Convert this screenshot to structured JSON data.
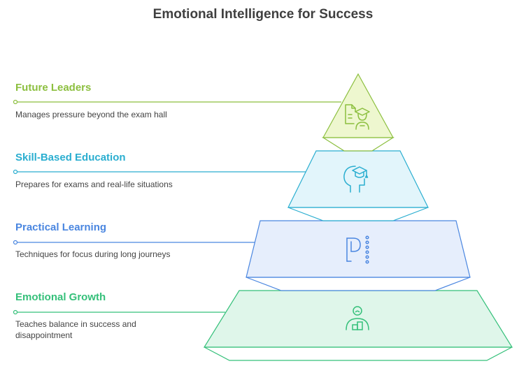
{
  "title": "Emotional Intelligence for Success",
  "levels": [
    {
      "label": "Future Leaders",
      "description": "Manages pressure beyond the exam hall",
      "icon": "graduate-document-icon",
      "color": "#8cbf3f",
      "fill": "#eef7cf"
    },
    {
      "label": "Skill-Based Education",
      "description": "Prepares for exams and real-life situations",
      "icon": "head-graduation-cap-icon",
      "color": "#2aaed0",
      "fill": "#e2f5fb"
    },
    {
      "label": "Practical Learning",
      "description": "Techniques for focus during long journeys",
      "icon": "p-dots-icon",
      "color": "#4a86e0",
      "fill": "#e6eefc"
    },
    {
      "label": "Emotional Growth",
      "description": "Teaches balance in success and disappointment",
      "icon": "person-podium-icon",
      "color": "#35c07a",
      "fill": "#dff6ea"
    }
  ]
}
